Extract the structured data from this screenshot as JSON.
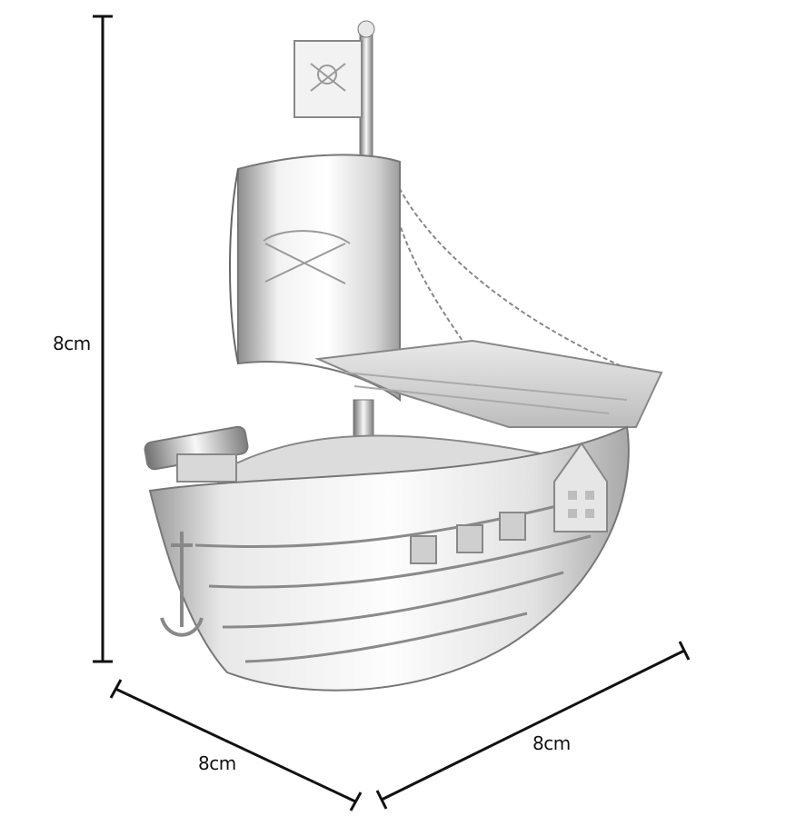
{
  "dimensions": {
    "height_label": "8cm",
    "width_left_label": "8cm",
    "width_right_label": "8cm"
  },
  "product": {
    "subject": "silver-pirate-ship",
    "flag_icon": "skull-crossbones-icon",
    "sail_icon": "skull-crossbones-icon"
  },
  "colors": {
    "line": "#111111",
    "silver_light": "#f4f4f4",
    "silver_mid": "#c9c9c9",
    "silver_dark": "#7a7a7a"
  }
}
